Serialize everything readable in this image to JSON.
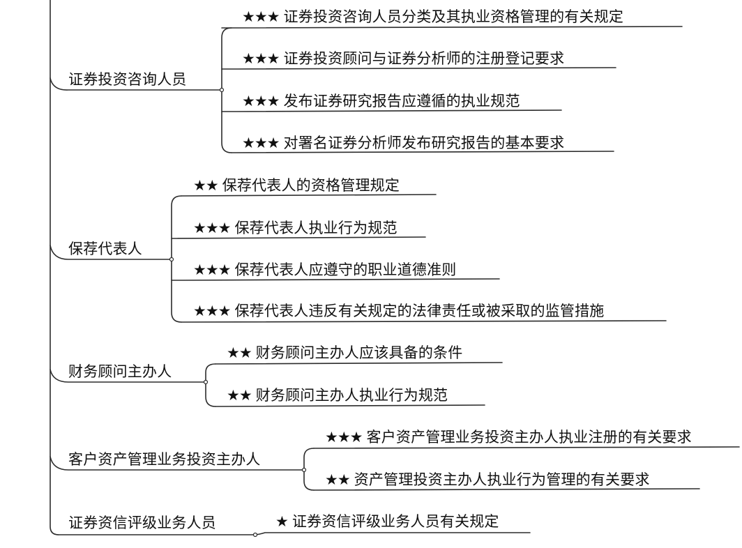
{
  "branches": [
    {
      "title": "证券投资咨询人员",
      "items": [
        {
          "stars": "★★★",
          "text": "证券投资咨询人员分类及其执业资格管理的有关规定"
        },
        {
          "stars": "★★★",
          "text": "证券投资顾问与证券分析师的注册登记要求"
        },
        {
          "stars": "★★★",
          "text": "发布证券研究报告应遵循的执业规范"
        },
        {
          "stars": "★★★",
          "text": "对署名证券分析师发布研究报告的基本要求"
        }
      ]
    },
    {
      "title": "保荐代表人",
      "items": [
        {
          "stars": "★★",
          "text": "保荐代表人的资格管理规定"
        },
        {
          "stars": "★★★",
          "text": "保荐代表人执业行为规范"
        },
        {
          "stars": "★★★",
          "text": "保荐代表人应遵守的职业道德准则"
        },
        {
          "stars": "★★★",
          "text": "保荐代表人违反有关规定的法律责任或被采取的监管措施"
        }
      ]
    },
    {
      "title": "财务顾问主办人",
      "items": [
        {
          "stars": "★★",
          "text": "财务顾问主办人应该具备的条件"
        },
        {
          "stars": "★★",
          "text": "财务顾问主办人执业行为规范"
        }
      ]
    },
    {
      "title": "客户资产管理业务投资主办人",
      "items": [
        {
          "stars": "★★★",
          "text": "客户资产管理业务投资主办人执业注册的有关要求"
        },
        {
          "stars": "★★",
          "text": "资产管理投资主办人执业行为管理的有关要求"
        }
      ]
    },
    {
      "title": "证券资信评级业务人员",
      "items": [
        {
          "stars": "★",
          "text": "证券资信评级业务人员有关规定"
        }
      ]
    }
  ]
}
